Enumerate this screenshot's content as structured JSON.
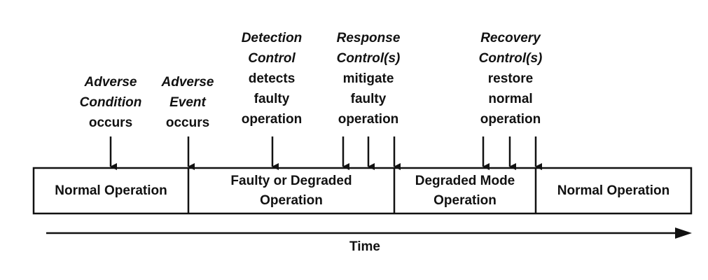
{
  "events": [
    {
      "id": "adverse-condition",
      "lines": [
        {
          "text": "Adverse",
          "italic": true
        },
        {
          "text": "Condition",
          "italic": true
        },
        {
          "text": "occurs",
          "italic": false
        }
      ]
    },
    {
      "id": "adverse-event",
      "lines": [
        {
          "text": "Adverse",
          "italic": true
        },
        {
          "text": "Event",
          "italic": true
        },
        {
          "text": "occurs",
          "italic": false
        }
      ]
    },
    {
      "id": "detection-control",
      "lines": [
        {
          "text": "Detection",
          "italic": true
        },
        {
          "text": "Control",
          "italic": true
        },
        {
          "text": "detects",
          "italic": false
        },
        {
          "text": "faulty",
          "italic": false
        },
        {
          "text": "operation",
          "italic": false
        }
      ]
    },
    {
      "id": "response-control",
      "lines": [
        {
          "text": "Response",
          "italic": true
        },
        {
          "text": "Control(s)",
          "italic": true
        },
        {
          "text": "mitigate",
          "italic": false
        },
        {
          "text": "faulty",
          "italic": false
        },
        {
          "text": "operation",
          "italic": false
        }
      ]
    },
    {
      "id": "recovery-control",
      "lines": [
        {
          "text": "Recovery",
          "italic": true
        },
        {
          "text": "Control(s)",
          "italic": true
        },
        {
          "text": "restore",
          "italic": false
        },
        {
          "text": "normal",
          "italic": false
        },
        {
          "text": "operation",
          "italic": false
        }
      ]
    }
  ],
  "segments": [
    {
      "id": "normal-operation-1",
      "lines": [
        "Normal Operation"
      ]
    },
    {
      "id": "faulty-degraded",
      "lines": [
        "Faulty or Degraded",
        "Operation"
      ]
    },
    {
      "id": "degraded-mode",
      "lines": [
        "Degraded Mode",
        "Operation"
      ]
    },
    {
      "id": "normal-operation-2",
      "lines": [
        "Normal Operation"
      ]
    }
  ],
  "time_axis": {
    "label": "Time"
  }
}
